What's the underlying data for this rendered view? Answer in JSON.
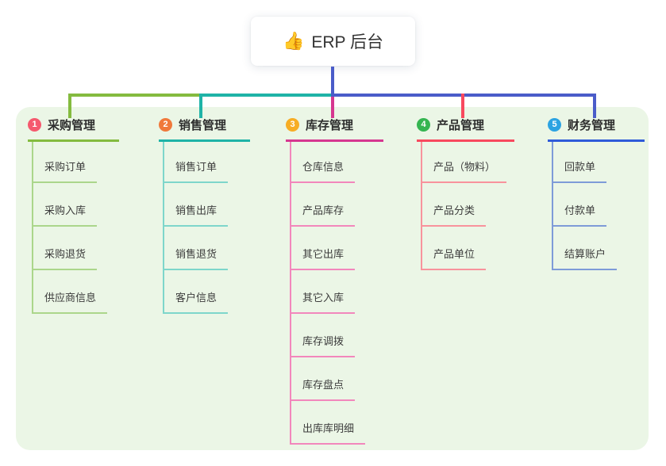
{
  "root": {
    "icon": "👍",
    "title": "ERP 后台"
  },
  "colors": {
    "canvas_bg": "#FFFFFF",
    "panel_bg": "#EBF6E6",
    "stem_blue": "#4A5CC9",
    "root_text": "#333333",
    "header_text": "#2E2E2E",
    "child_text": "#3C3C3C"
  },
  "branches": [
    {
      "badge": "1",
      "label": "采购管理",
      "badge_color": "#F5596E",
      "line_color": "#84BB3F",
      "child_line_color": "#ABD68B",
      "children": [
        "采购订单",
        "采购入库",
        "采购退货",
        "供应商信息"
      ]
    },
    {
      "badge": "2",
      "label": "销售管理",
      "badge_color": "#F0793B",
      "line_color": "#1FB3A7",
      "child_line_color": "#7ED6CB",
      "children": [
        "销售订单",
        "销售出库",
        "销售退货",
        "客户信息"
      ]
    },
    {
      "badge": "3",
      "label": "库存管理",
      "badge_color": "#F7AD24",
      "line_color": "#D63790",
      "child_line_color": "#F287BC",
      "children": [
        "仓库信息",
        "产品库存",
        "其它出库",
        "其它入库",
        "库存调拨",
        "库存盘点",
        "出库库明细"
      ]
    },
    {
      "badge": "4",
      "label": "产品管理",
      "badge_color": "#35B551",
      "line_color": "#F8495E",
      "child_line_color": "#F8939C",
      "children": [
        "产品（物料）",
        "产品分类",
        "产品单位"
      ]
    },
    {
      "badge": "5",
      "label": "财务管理",
      "badge_color": "#2CA3E2",
      "line_color": "#2F5BD9",
      "child_line_color": "#7E9BD8",
      "children": [
        "回款单",
        "付款单",
        "结算账户"
      ]
    }
  ]
}
